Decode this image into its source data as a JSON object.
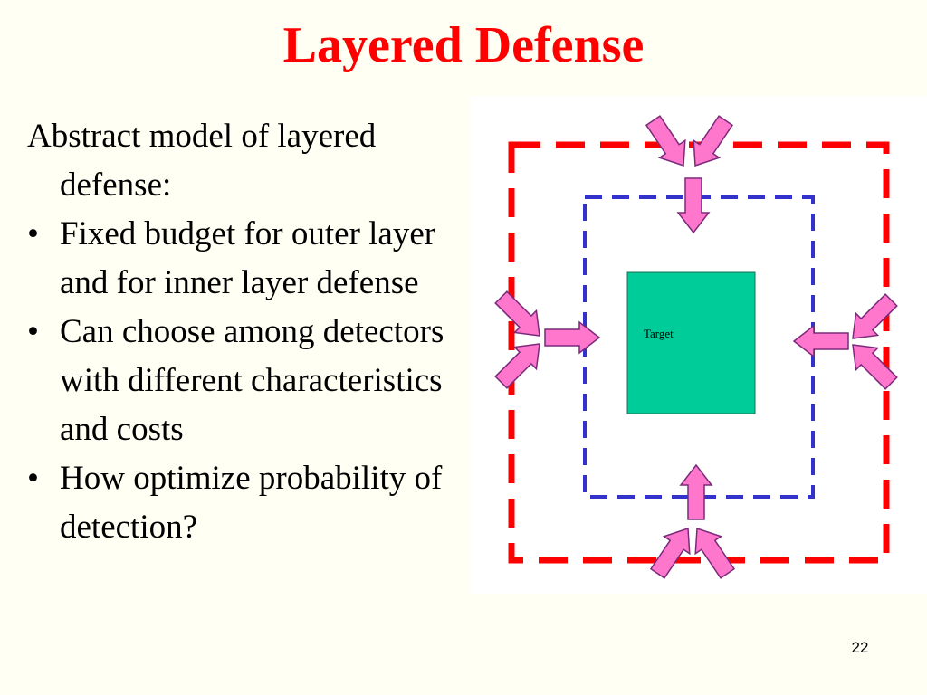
{
  "slide": {
    "title": "Layered Defense",
    "intro": "Abstract model of layered defense:",
    "bullets": [
      "Fixed budget for outer layer and for inner layer defense",
      "Can choose among detectors with different characteristics and costs",
      "How optimize probability of detection?"
    ],
    "page_number": "22"
  },
  "diagram": {
    "target_label": "Target",
    "outer_layer_color": "#ff0000",
    "inner_layer_color": "#3333cc",
    "target_color": "#00cc99",
    "arrow_color": "#ff77cc"
  }
}
